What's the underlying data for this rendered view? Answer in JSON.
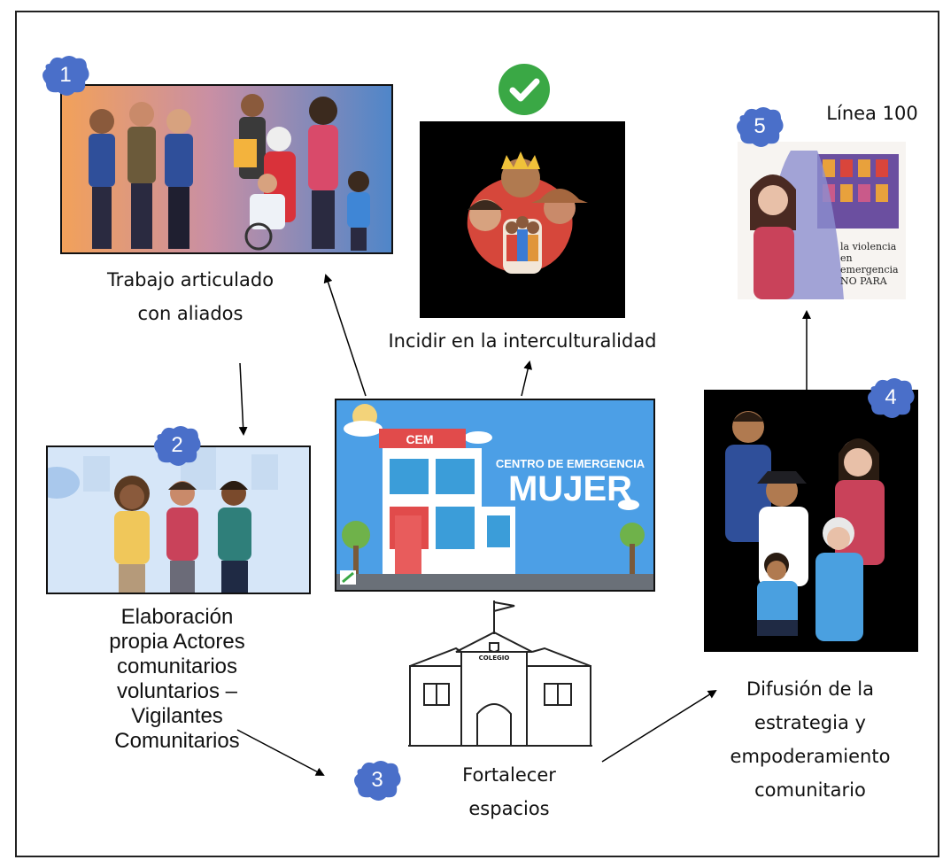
{
  "badges": {
    "b1": "1",
    "b2": "2",
    "b3": "3",
    "b4": "4",
    "b5": "5"
  },
  "captions": {
    "allies": [
      "Trabajo articulado",
      "con aliados"
    ],
    "intercultural": "Incidir en la interculturalidad",
    "volunteers": [
      "Elaboración",
      "propia Actores",
      "comunitarios",
      "voluntarios –",
      "Vigilantes",
      "Comunitarios"
    ],
    "strengthen": [
      "Fortalecer",
      "espacios"
    ],
    "diffusion": [
      "Difusión de la",
      "estrategia y",
      "empoderamiento",
      "comunitario"
    ],
    "hotline": "Línea 100"
  },
  "cem_sign": {
    "small": "CEM",
    "line1": "CENTRO DE EMERGENCIA",
    "line2": "MUJER"
  },
  "school_sign": "COLEGIO",
  "poster_text": [
    "la violencia",
    "en emergencia",
    "NO PARA"
  ],
  "colors": {
    "badge": "#4a6fc9",
    "check": "#3aa845",
    "cem_bg": "#4c9fe6",
    "cem_roof": "#e14b4b"
  }
}
